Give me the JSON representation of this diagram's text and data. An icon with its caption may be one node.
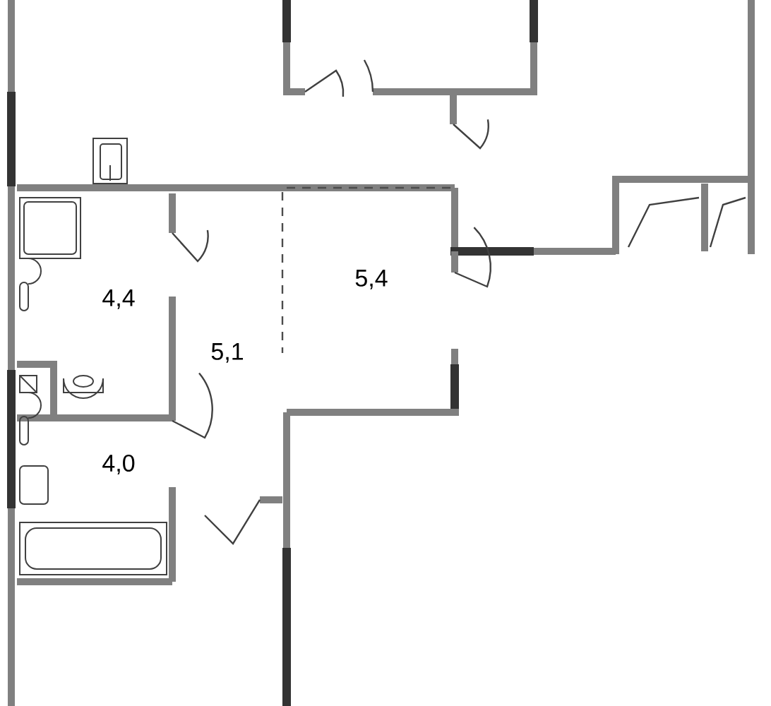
{
  "diagram": {
    "labels": [
      "4,4",
      "5,1",
      "5,4",
      "4,0"
    ]
  }
}
